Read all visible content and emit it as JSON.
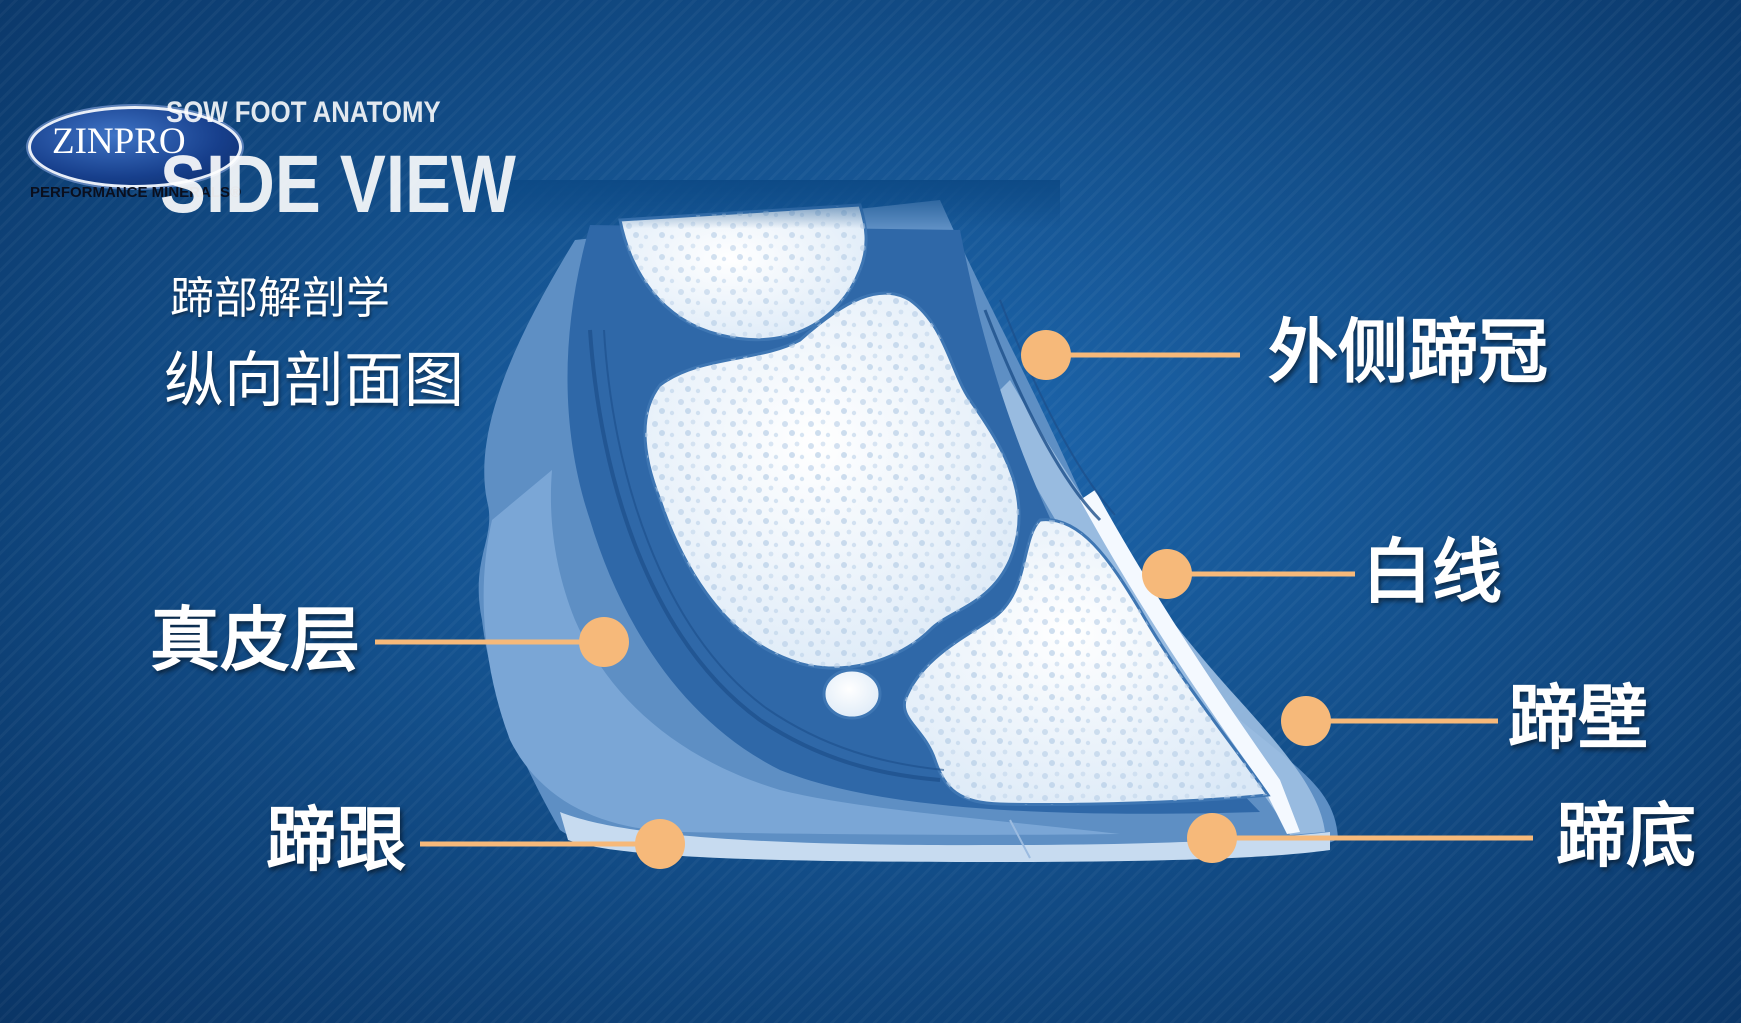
{
  "logo": {
    "wordmark": "ZINPRO",
    "tagline": "PERFORMANCE MINERALS®"
  },
  "header": {
    "overline": "SOW FOOT ANATOMY",
    "heading": "SIDE VIEW",
    "subtitle_cn": "蹄部解剖学",
    "title_cn": "纵向剖面图"
  },
  "labels": {
    "coronary_band": "外侧蹄冠",
    "white_line": "白线",
    "dermis": "真皮层",
    "hoof_wall": "蹄壁",
    "heel": "蹄跟",
    "sole": "蹄底"
  },
  "colors": {
    "marker": "#f6b97a",
    "background": "#14528f",
    "bone": "#eef5fc",
    "tissue": "#6f9fd0"
  }
}
